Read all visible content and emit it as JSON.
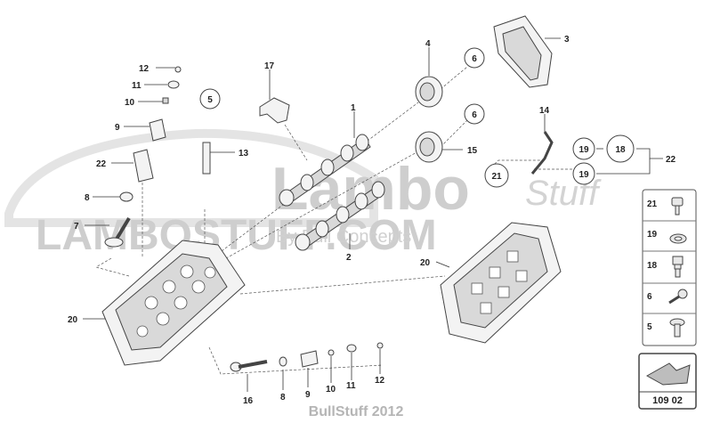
{
  "watermark": {
    "brand_main": "Lambo",
    "brand_script": "Stuff",
    "url": "LAMBOSTUFF.COM",
    "tagline": "By Bull Concepts"
  },
  "callouts": {
    "c1": "1",
    "c2": "2",
    "c3": "3",
    "c4": "4",
    "c6a": "6",
    "c6b": "6",
    "c5": "5",
    "c7": "7",
    "c8": "8",
    "c8b": "8",
    "c9": "9",
    "c9b": "9",
    "c10": "10",
    "c10b": "10",
    "c11": "11",
    "c11b": "11",
    "c12": "12",
    "c12b": "12",
    "c13": "13",
    "c14": "14",
    "c15": "15",
    "c16": "16",
    "c17": "17",
    "c18": "18",
    "c19a": "19",
    "c19b": "19",
    "c20a": "20",
    "c20b": "20",
    "c21": "21",
    "c22a": "22",
    "c22b": "22"
  },
  "legend": {
    "items": [
      {
        "number": "21",
        "icon": "bolt-icon"
      },
      {
        "number": "19",
        "icon": "washer-icon"
      },
      {
        "number": "18",
        "icon": "union-bolt-icon"
      },
      {
        "number": "6",
        "icon": "screw-icon"
      },
      {
        "number": "5",
        "icon": "flange-screw-icon"
      }
    ]
  },
  "page_ref": "109 02",
  "copyright": "BullStuff 2012"
}
